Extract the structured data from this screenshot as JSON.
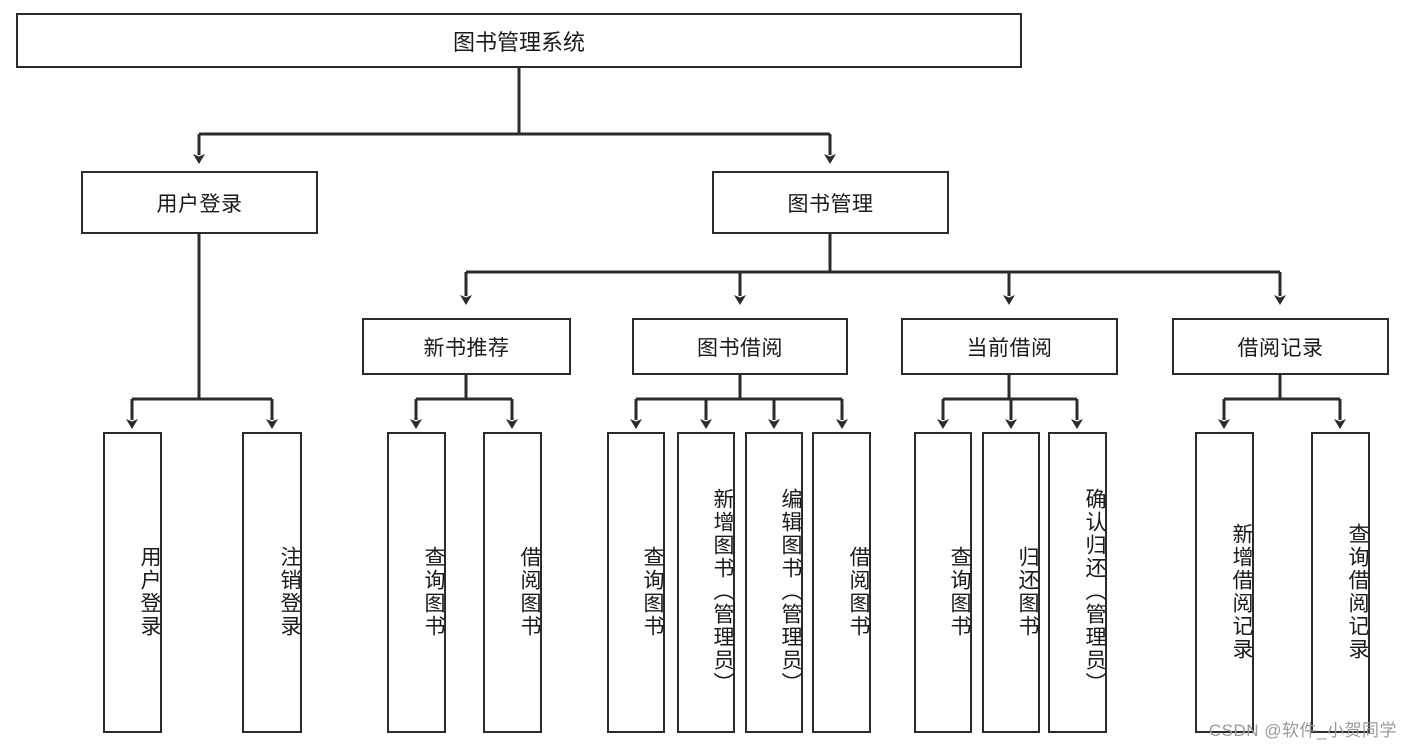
{
  "diagram": {
    "title": "图书管理系统",
    "type": "hierarchy-tree",
    "watermark": "CSDN @软件_小贺同学",
    "colors": {
      "box_border": "#2b2b2b",
      "box_fill": "#ffffff",
      "edge": "#2b2b2b",
      "text": "#1a1a1a",
      "watermark": "#9a9a9a"
    },
    "root": {
      "label": "图书管理系统"
    },
    "level2": [
      {
        "label": "用户登录"
      },
      {
        "label": "图书管理"
      }
    ],
    "level3": [
      {
        "label": "新书推荐"
      },
      {
        "label": "图书借阅"
      },
      {
        "label": "当前借阅"
      },
      {
        "label": "借阅记录"
      }
    ],
    "leaves": {
      "user_login": [
        {
          "label": "用户登录"
        },
        {
          "label": "注销登录"
        }
      ],
      "new_book_recommend": [
        {
          "label": "查询图书"
        },
        {
          "label": "借阅图书"
        }
      ],
      "book_borrow": [
        {
          "label": "查询图书"
        },
        {
          "label": "新增图书（管理员）"
        },
        {
          "label": "编辑图书（管理员）"
        },
        {
          "label": "借阅图书"
        }
      ],
      "current_borrow": [
        {
          "label": "查询图书"
        },
        {
          "label": "归还图书"
        },
        {
          "label": "确认归还（管理员）"
        }
      ],
      "borrow_record": [
        {
          "label": "新增借阅记录"
        },
        {
          "label": "查询借阅记录"
        }
      ]
    }
  }
}
